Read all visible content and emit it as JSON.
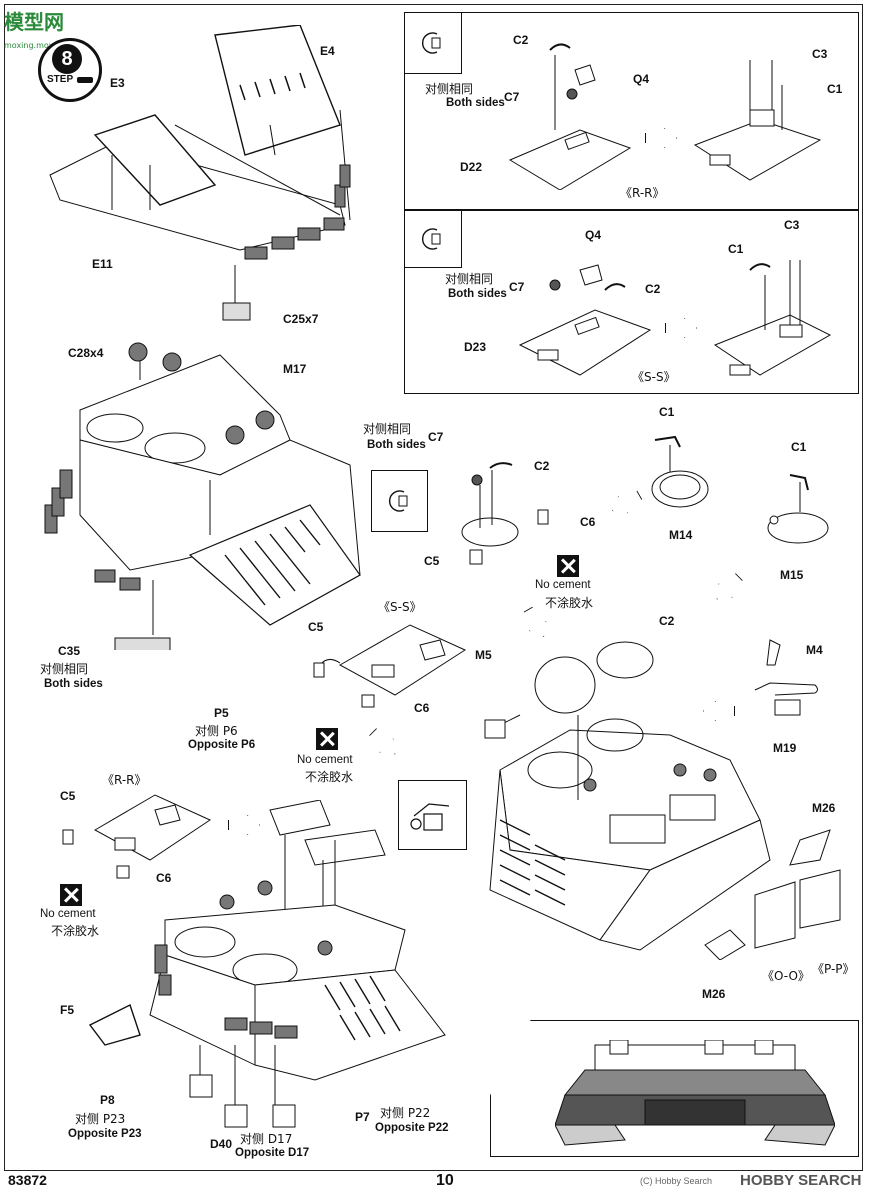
{
  "page": {
    "watermark_top": "模型网",
    "watermark_url": "moxing.moxing.net",
    "step_number": "8",
    "step_word": "STEP",
    "kit_number": "83872",
    "page_number": "10",
    "footer_brand": "HOBBY SEARCH",
    "footer_copy": "(C) Hobby Search"
  },
  "labels": {
    "e4": "E4",
    "e3": "E3",
    "e11": "E11",
    "c25x7": "C25x7",
    "c28x4": "C28x4",
    "m17": "M17",
    "c35": "C35",
    "p5": "P5",
    "c2_rr": "C2",
    "q4_rr": "Q4",
    "c7_rr": "C7",
    "d22": "D22",
    "c3_rr": "C3",
    "c1_rr": "C1",
    "q4_ss": "Q4",
    "c3_ss": "C3",
    "c1_ss": "C1",
    "c7_ss": "C7",
    "c2_ss": "C2",
    "d23": "D23",
    "c7_mid": "C7",
    "c2_mid": "C2",
    "c6_mid": "C6",
    "c5_mid": "C5",
    "c1_m14": "C1",
    "m14": "M14",
    "c1_m15": "C1",
    "m15": "M15",
    "c5_left": "C5",
    "c6_left": "C6",
    "m5": "M5",
    "c2_right": "C2",
    "m4": "M4",
    "m19": "M19",
    "c5_low": "C5",
    "c6_low": "C6",
    "m26_top": "M26",
    "m26_bot": "M26",
    "f5": "F5",
    "p8": "P8",
    "d40": "D40",
    "p7": "P7"
  },
  "section_labels": {
    "rr_top": "《R-R》",
    "ss_top": "《S-S》",
    "ss_mid": "《S-S》",
    "rr_low": "《R-R》",
    "oo": "《O-O》",
    "pp": "《P-P》"
  },
  "notes": {
    "both_sides_cn": "对侧相同",
    "both_sides_en": "Both sides",
    "no_cement_en": "No cement",
    "no_cement_cn": "不涂胶水",
    "opp_p6_cn": "对侧 P6",
    "opp_p6_en": "Opposite P6",
    "opp_p23_cn": "对侧 P23",
    "opp_p23_en": "Opposite P23",
    "opp_d17_cn": "对侧 D17",
    "opp_d17_en": "Opposite D17",
    "opp_p22_cn": "对侧 P22",
    "opp_p22_en": "Opposite P22"
  }
}
